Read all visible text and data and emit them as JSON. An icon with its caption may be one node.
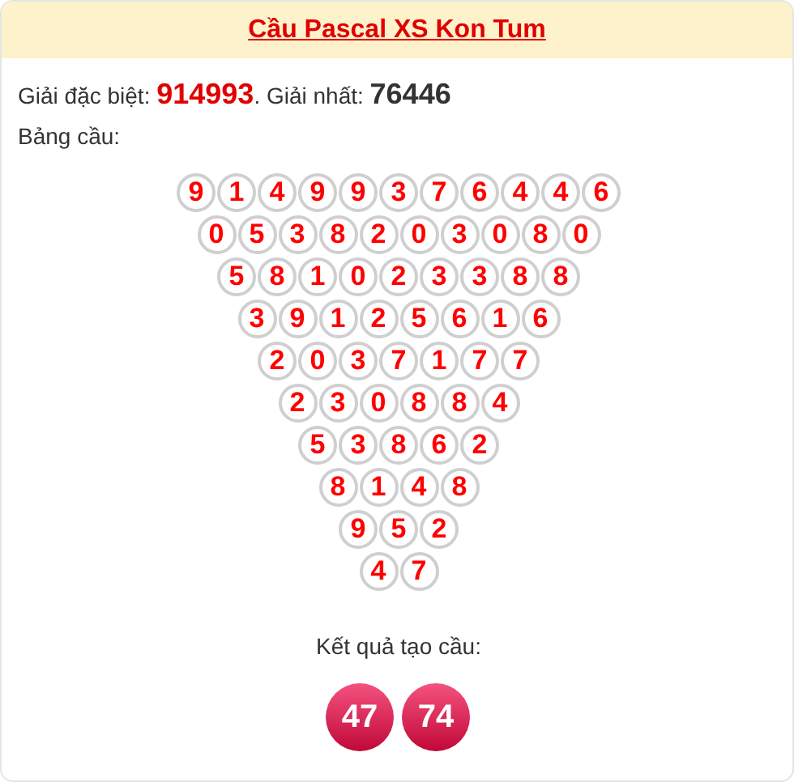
{
  "diagram": {
    "title": "Cầu Pascal XS Kon Tum",
    "nodes": [
      {
        "text": [
          "9"
        ]
      },
      {
        "text": [
          "1"
        ]
      },
      {
        "text": [
          "4"
        ]
      },
      {
        "text": [
          "9"
        ]
      },
      {
        "text": [
          "9"
        ]
      },
      {
        "text": [
          "3"
        ]
      },
      {
        "text": [
          "7"
        ]
      },
      {
        "text": [
          "6"
        ]
      },
      {
        "text": [
          "4"
        ]
      },
      {
        "text": [
          "4"
        ]
      },
      {
        "text": [
          "6"
        ]
      },
      {
        "text": [
          "0"
        ]
      },
      {
        "text": [
          "5"
        ]
      },
      {
        "text": [
          "3"
        ]
      },
      {
        "text": [
          "8"
        ]
      },
      {
        "text": [
          "2"
        ]
      },
      {
        "text": [
          "0"
        ]
      },
      {
        "text": [
          "3"
        ]
      },
      {
        "text": [
          "0"
        ]
      },
      {
        "text": [
          "8"
        ]
      },
      {
        "text": [
          "0"
        ]
      },
      {
        "text": [
          "5"
        ]
      },
      {
        "text": [
          "8"
        ]
      },
      {
        "text": [
          "1"
        ]
      },
      {
        "text": [
          "0"
        ]
      },
      {
        "text": [
          "2"
        ]
      },
      {
        "text": [
          "3"
        ]
      },
      {
        "text": [
          "3"
        ]
      },
      {
        "text": [
          "8"
        ]
      },
      {
        "text": [
          "8"
        ]
      },
      {
        "text": [
          "3"
        ]
      },
      {
        "text": [
          "9"
        ]
      },
      {
        "text": [
          "1"
        ]
      },
      {
        "text": [
          "2"
        ]
      },
      {
        "text": [
          "5"
        ]
      },
      {
        "text": [
          "6"
        ]
      },
      {
        "text": [
          "1"
        ]
      },
      {
        "text": [
          "6"
        ]
      },
      {
        "text": [
          "2"
        ]
      },
      {
        "text": [
          "0"
        ]
      },
      {
        "text": [
          "3"
        ]
      },
      {
        "text": [
          "7"
        ]
      },
      {
        "text": [
          "1"
        ]
      },
      {
        "text": [
          "7"
        ]
      },
      {
        "text": [
          "7"
        ]
      },
      {
        "text": [
          "2"
        ]
      },
      {
        "text": [
          "3"
        ]
      },
      {
        "text": [
          "0"
        ]
      },
      {
        "text": [
          "8"
        ]
      },
      {
        "text": [
          "8"
        ]
      },
      {
        "text": [
          "4"
        ]
      },
      {
        "text": [
          "5"
        ]
      },
      {
        "text": [
          "3"
        ]
      },
      {
        "text": [
          "8"
        ]
      },
      {
        "text": [
          "6"
        ]
      },
      {
        "text": [
          "2"
        ]
      },
      {
        "text": [
          "8"
        ]
      },
      {
        "text": [
          "1"
        ]
      },
      {
        "text": [
          "4"
        ]
      },
      {
        "text": [
          "8"
        ]
      },
      {
        "text": [
          "9"
        ]
      },
      {
        "text": [
          "5"
        ]
      },
      {
        "text": [
          "2"
        ]
      },
      {
        "text": [
          "4"
        ]
      },
      {
        "text": [
          "7"
        ]
      },
      {
        "text": [
          "47"
        ]
      },
      {
        "text": [
          "74"
        ]
      }
    ],
    "labels": [
      "Giải đặc biệt: **914993**. Giải nhất: **76446**",
      "Bảng cầu:",
      "Kết quả tạo cầu:"
    ]
  }
}
